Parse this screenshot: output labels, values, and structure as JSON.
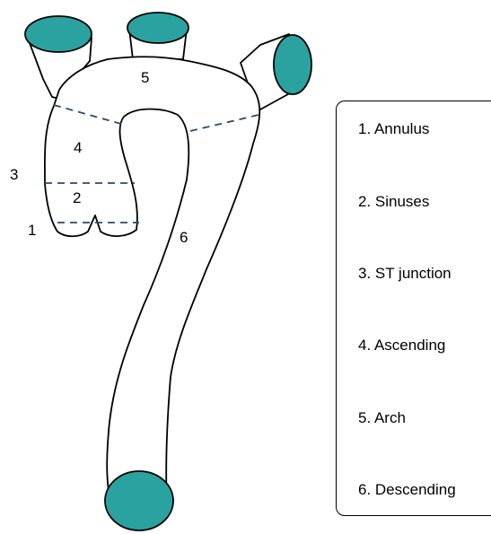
{
  "diagram": {
    "region_numbers": [
      "1",
      "2",
      "3",
      "4",
      "5",
      "6"
    ],
    "legend": [
      "1. Annulus",
      "2. Sinuses",
      "3. ST junction",
      "4. Ascending",
      "5. Arch",
      "6. Descending"
    ],
    "colors": {
      "vessel_cap": "#2aa3a0",
      "divider_line": "#2b4a6b",
      "outline": "#000000"
    }
  }
}
